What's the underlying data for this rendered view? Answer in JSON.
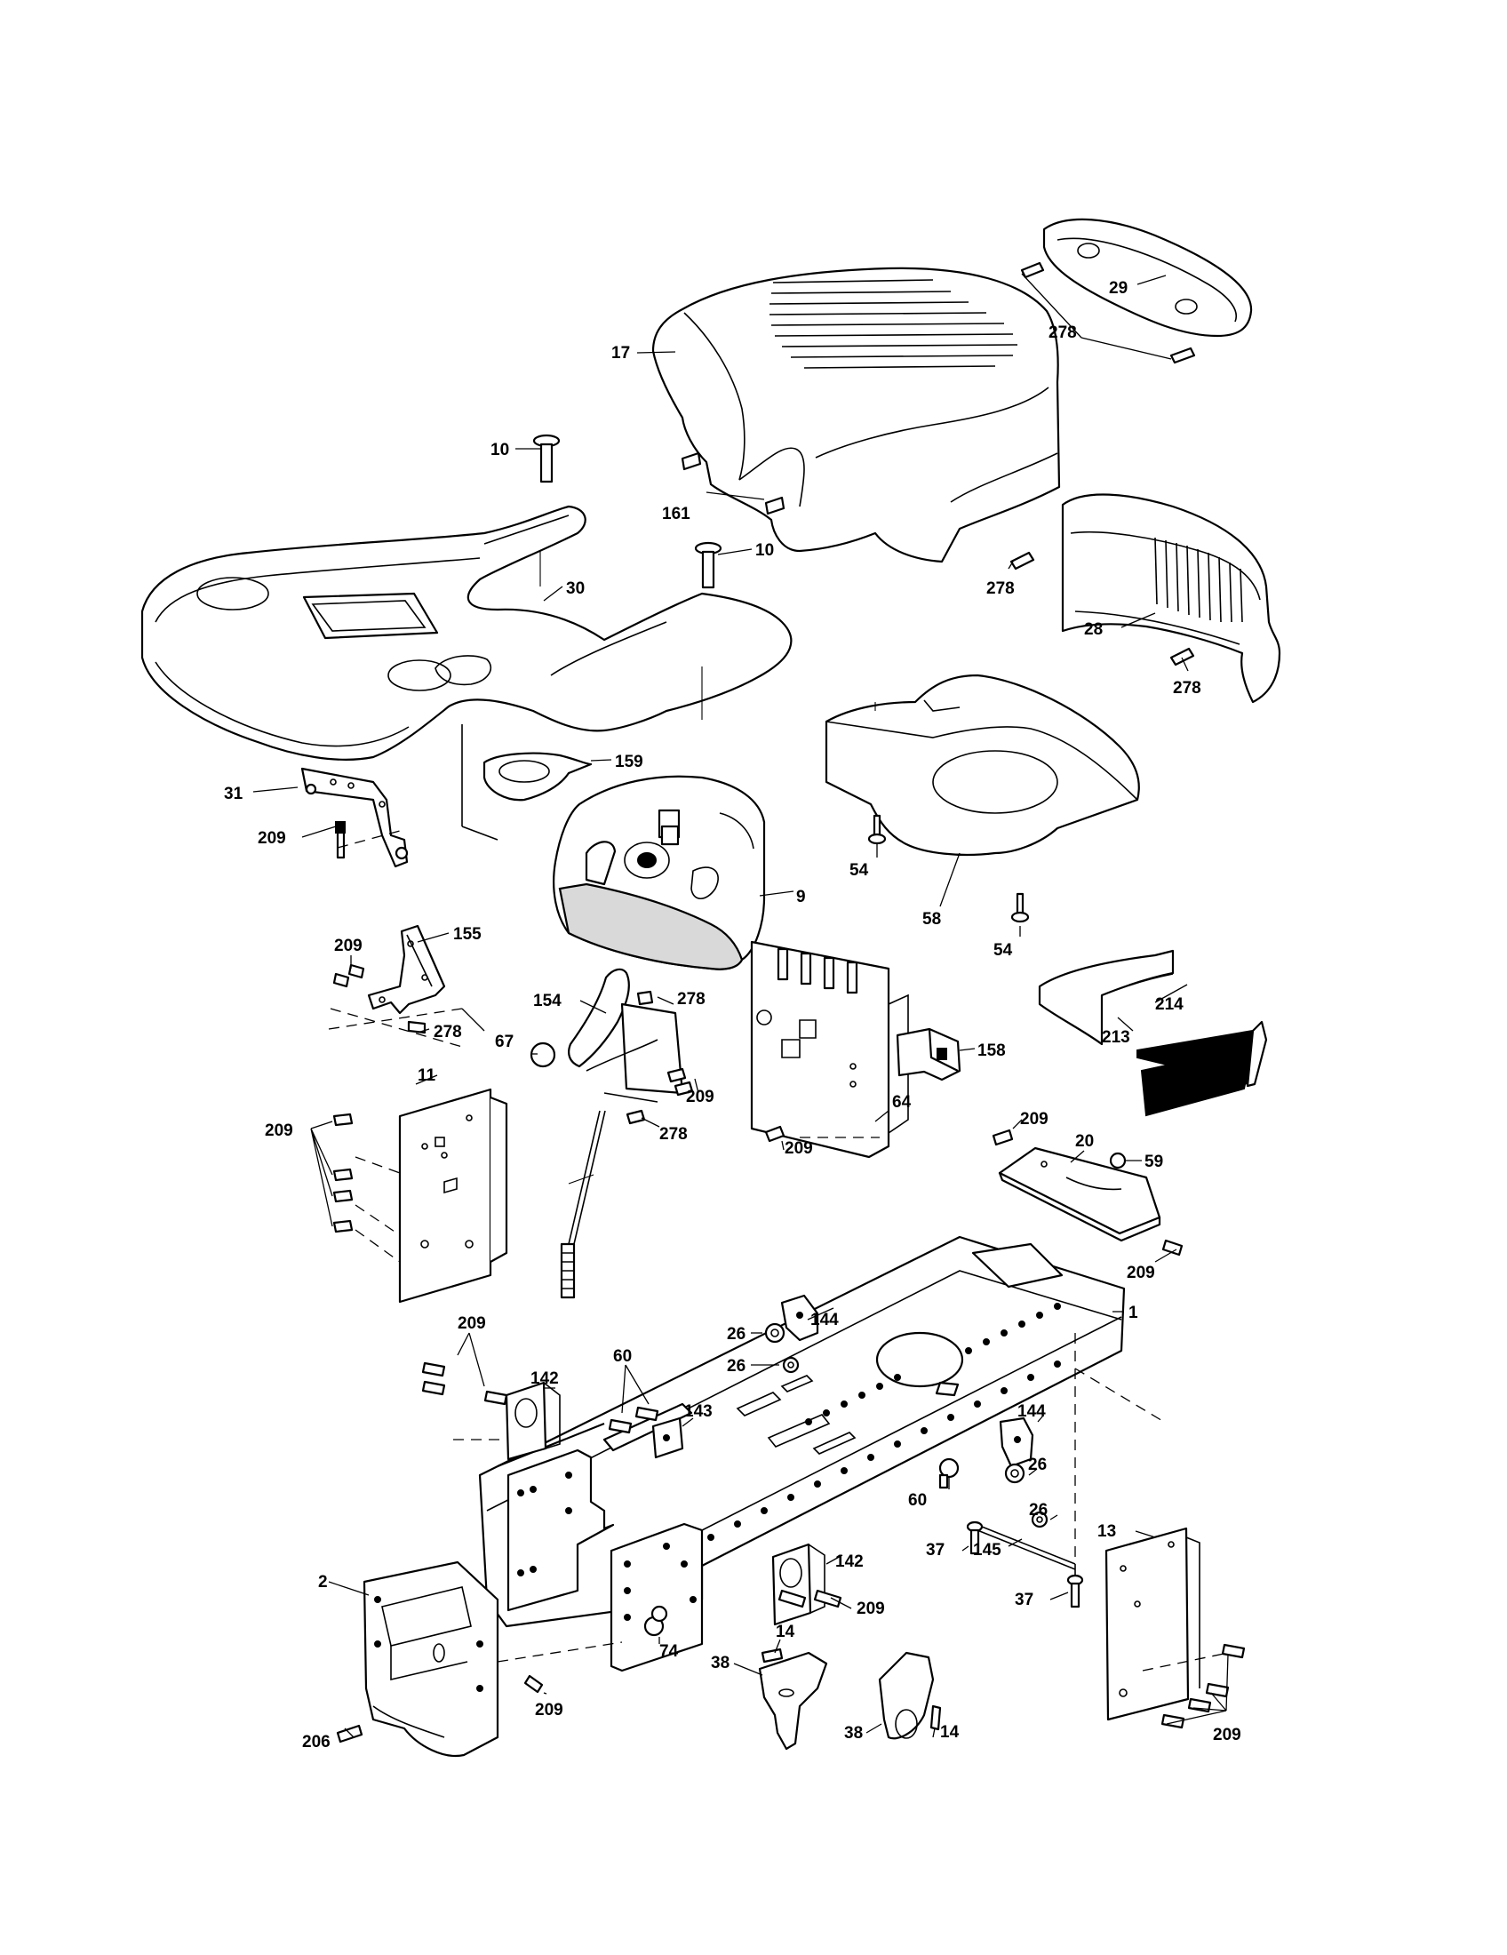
{
  "callouts": [
    {
      "id": "lbl-29",
      "text": "29"
    },
    {
      "id": "lbl-278-a",
      "text": "278"
    },
    {
      "id": "lbl-17",
      "text": "17"
    },
    {
      "id": "lbl-10-a",
      "text": "10"
    },
    {
      "id": "lbl-10-b",
      "text": "10"
    },
    {
      "id": "lbl-161",
      "text": "161"
    },
    {
      "id": "lbl-278-b",
      "text": "278"
    },
    {
      "id": "lbl-30",
      "text": "30"
    },
    {
      "id": "lbl-28",
      "text": "28"
    },
    {
      "id": "lbl-278-c",
      "text": "278"
    },
    {
      "id": "lbl-159",
      "text": "159"
    },
    {
      "id": "lbl-31",
      "text": "31"
    },
    {
      "id": "lbl-209-a",
      "text": "209"
    },
    {
      "id": "lbl-9",
      "text": "9"
    },
    {
      "id": "lbl-54-a",
      "text": "54"
    },
    {
      "id": "lbl-58",
      "text": "58"
    },
    {
      "id": "lbl-54-b",
      "text": "54"
    },
    {
      "id": "lbl-209-b",
      "text": "209"
    },
    {
      "id": "lbl-155",
      "text": "155"
    },
    {
      "id": "lbl-278-d",
      "text": "278"
    },
    {
      "id": "lbl-154",
      "text": "154"
    },
    {
      "id": "lbl-278-e",
      "text": "278"
    },
    {
      "id": "lbl-67",
      "text": "67"
    },
    {
      "id": "lbl-209-c",
      "text": "209"
    },
    {
      "id": "lbl-278-f",
      "text": "278"
    },
    {
      "id": "lbl-158",
      "text": "158"
    },
    {
      "id": "lbl-214",
      "text": "214"
    },
    {
      "id": "lbl-213",
      "text": "213"
    },
    {
      "id": "lbl-11",
      "text": "11"
    },
    {
      "id": "lbl-209-d",
      "text": "209"
    },
    {
      "id": "lbl-64",
      "text": "64"
    },
    {
      "id": "lbl-209-e",
      "text": "209"
    },
    {
      "id": "lbl-209-f",
      "text": "209"
    },
    {
      "id": "lbl-20",
      "text": "20"
    },
    {
      "id": "lbl-59",
      "text": "59"
    },
    {
      "id": "lbl-209-g",
      "text": "209"
    },
    {
      "id": "lbl-144-a",
      "text": "144"
    },
    {
      "id": "lbl-1",
      "text": "1"
    },
    {
      "id": "lbl-26-a",
      "text": "26"
    },
    {
      "id": "lbl-26-b",
      "text": "26"
    },
    {
      "id": "lbl-209-h",
      "text": "209"
    },
    {
      "id": "lbl-60-a",
      "text": "60"
    },
    {
      "id": "lbl-142-a",
      "text": "142"
    },
    {
      "id": "lbl-143",
      "text": "143"
    },
    {
      "id": "lbl-144-b",
      "text": "144"
    },
    {
      "id": "lbl-26-c",
      "text": "26"
    },
    {
      "id": "lbl-60-b",
      "text": "60"
    },
    {
      "id": "lbl-26-d",
      "text": "26"
    },
    {
      "id": "lbl-13",
      "text": "13"
    },
    {
      "id": "lbl-142-b",
      "text": "142"
    },
    {
      "id": "lbl-37-a",
      "text": "37"
    },
    {
      "id": "lbl-145",
      "text": "145"
    },
    {
      "id": "lbl-37-b",
      "text": "37"
    },
    {
      "id": "lbl-2",
      "text": "2"
    },
    {
      "id": "lbl-209-i",
      "text": "209"
    },
    {
      "id": "lbl-14-a",
      "text": "14"
    },
    {
      "id": "lbl-74",
      "text": "74"
    },
    {
      "id": "lbl-38-a",
      "text": "38"
    },
    {
      "id": "lbl-206",
      "text": "206"
    },
    {
      "id": "lbl-209-j",
      "text": "209"
    },
    {
      "id": "lbl-38-b",
      "text": "38"
    },
    {
      "id": "lbl-14-b",
      "text": "14"
    },
    {
      "id": "lbl-209-k",
      "text": "209"
    }
  ]
}
